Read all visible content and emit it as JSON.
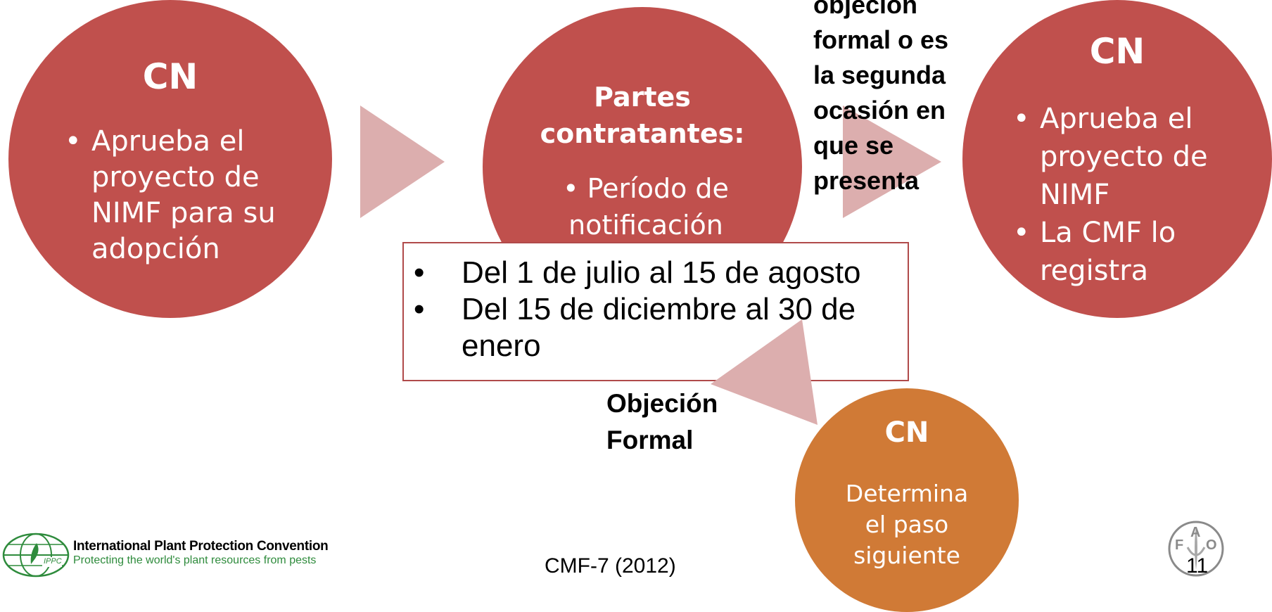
{
  "circle1": {
    "title": "CN",
    "bullets": [
      "Aprueba el proyecto de NIMF para su adopción"
    ]
  },
  "circle2": {
    "title_line1": "Partes",
    "title_line2": "contratantes:",
    "bullet": "Período de notificación"
  },
  "circle3": {
    "title": "CN",
    "bullets": [
      "Aprueba el proyecto de NIMF",
      "La CMF lo registra"
    ]
  },
  "circle4": {
    "title": "CN",
    "text_lines": [
      "Determina",
      "el paso",
      "siguiente"
    ]
  },
  "no_objection_label": {
    "lines": [
      "objeción",
      "formal o es",
      "la segunda",
      "ocasión en",
      "que se",
      "presenta"
    ]
  },
  "objection_label": {
    "lines": [
      "Objeción",
      "Formal"
    ]
  },
  "period_box": {
    "items": [
      "Del 1 de julio al 15 de agosto",
      "Del 15 de diciembre al 30 de enero"
    ]
  },
  "footer": {
    "ippc_title": "International Plant Protection Convention",
    "ippc_subtitle": "Protecting the world's plant resources from pests",
    "ippc_logo_text": "IPPC",
    "session": "CMF-7 (2012)",
    "page_number": "11",
    "fao_logo_letters": [
      "F",
      "A",
      "O"
    ]
  },
  "colors": {
    "circle_red": "#c0504d",
    "circle_orange": "#d07a36",
    "arrow_pink": "#dcaeae",
    "box_border": "#b04a4a"
  }
}
